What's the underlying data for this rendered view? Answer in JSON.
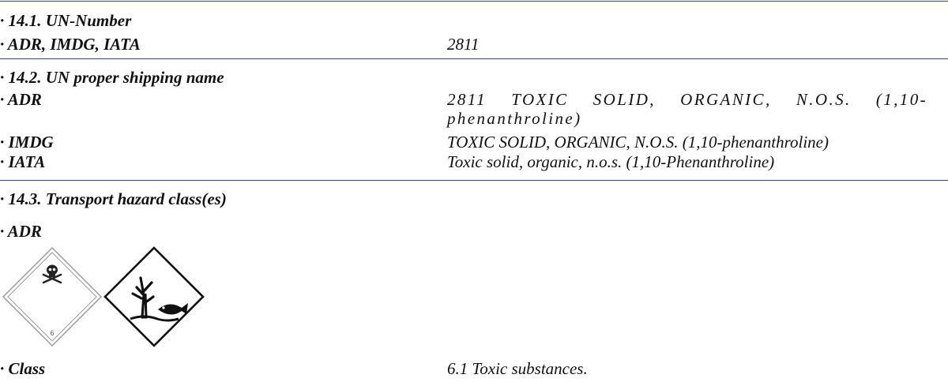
{
  "section_14_1": {
    "heading": "· 14.1. UN-Number",
    "label": "· ADR, IMDG, IATA",
    "value": "2811"
  },
  "section_14_2": {
    "heading": "· 14.2. UN proper shipping name",
    "rows": [
      {
        "label": "· ADR",
        "value": "2811 TOXIC SOLID, ORGANIC, N.O.S. (1,10-phenanthroline)"
      },
      {
        "label": "· IMDG",
        "value": "TOXIC SOLID, ORGANIC, N.O.S. (1,10-phenanthroline)"
      },
      {
        "label": "· IATA",
        "value": "Toxic solid, organic, n.o.s. (1,10-Phenanthroline)"
      }
    ]
  },
  "section_14_3": {
    "heading": "· 14.3. Transport hazard class(es)",
    "subheading": "· ADR",
    "pictograms": [
      {
        "icon": "toxic-skull-label-icon",
        "class_number": "6"
      },
      {
        "icon": "environmental-hazard-icon"
      }
    ],
    "class_label": "· Class",
    "class_value": "6.1 Toxic substances."
  },
  "colors": {
    "rule": "#2f3fa8",
    "text": "#111111"
  }
}
